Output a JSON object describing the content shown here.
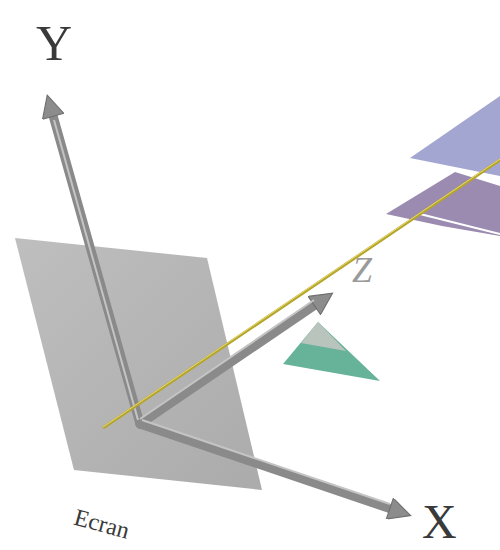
{
  "diagram": {
    "labels": [
      "Y",
      "Z",
      "X",
      "Ecran"
    ]
  }
}
